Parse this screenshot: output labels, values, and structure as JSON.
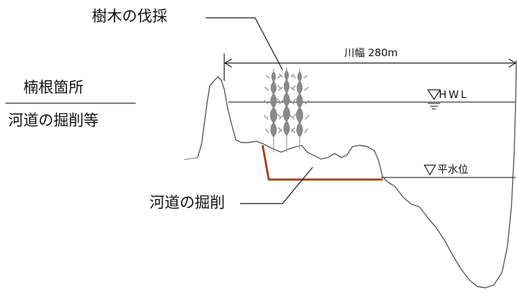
{
  "site_title": "楠根箇所",
  "site_subtitle": "河道の掘削等",
  "callouts": {
    "tree_felling": "樹木の伐採",
    "excavation": "河道の掘削"
  },
  "river_width": "川幅 280m",
  "water_levels": {
    "hwl": "HWL",
    "normal": "平水位"
  },
  "colors": {
    "excavation_line": "#a0441a",
    "terrain": "#555555",
    "tree": "#8a8a8a"
  }
}
